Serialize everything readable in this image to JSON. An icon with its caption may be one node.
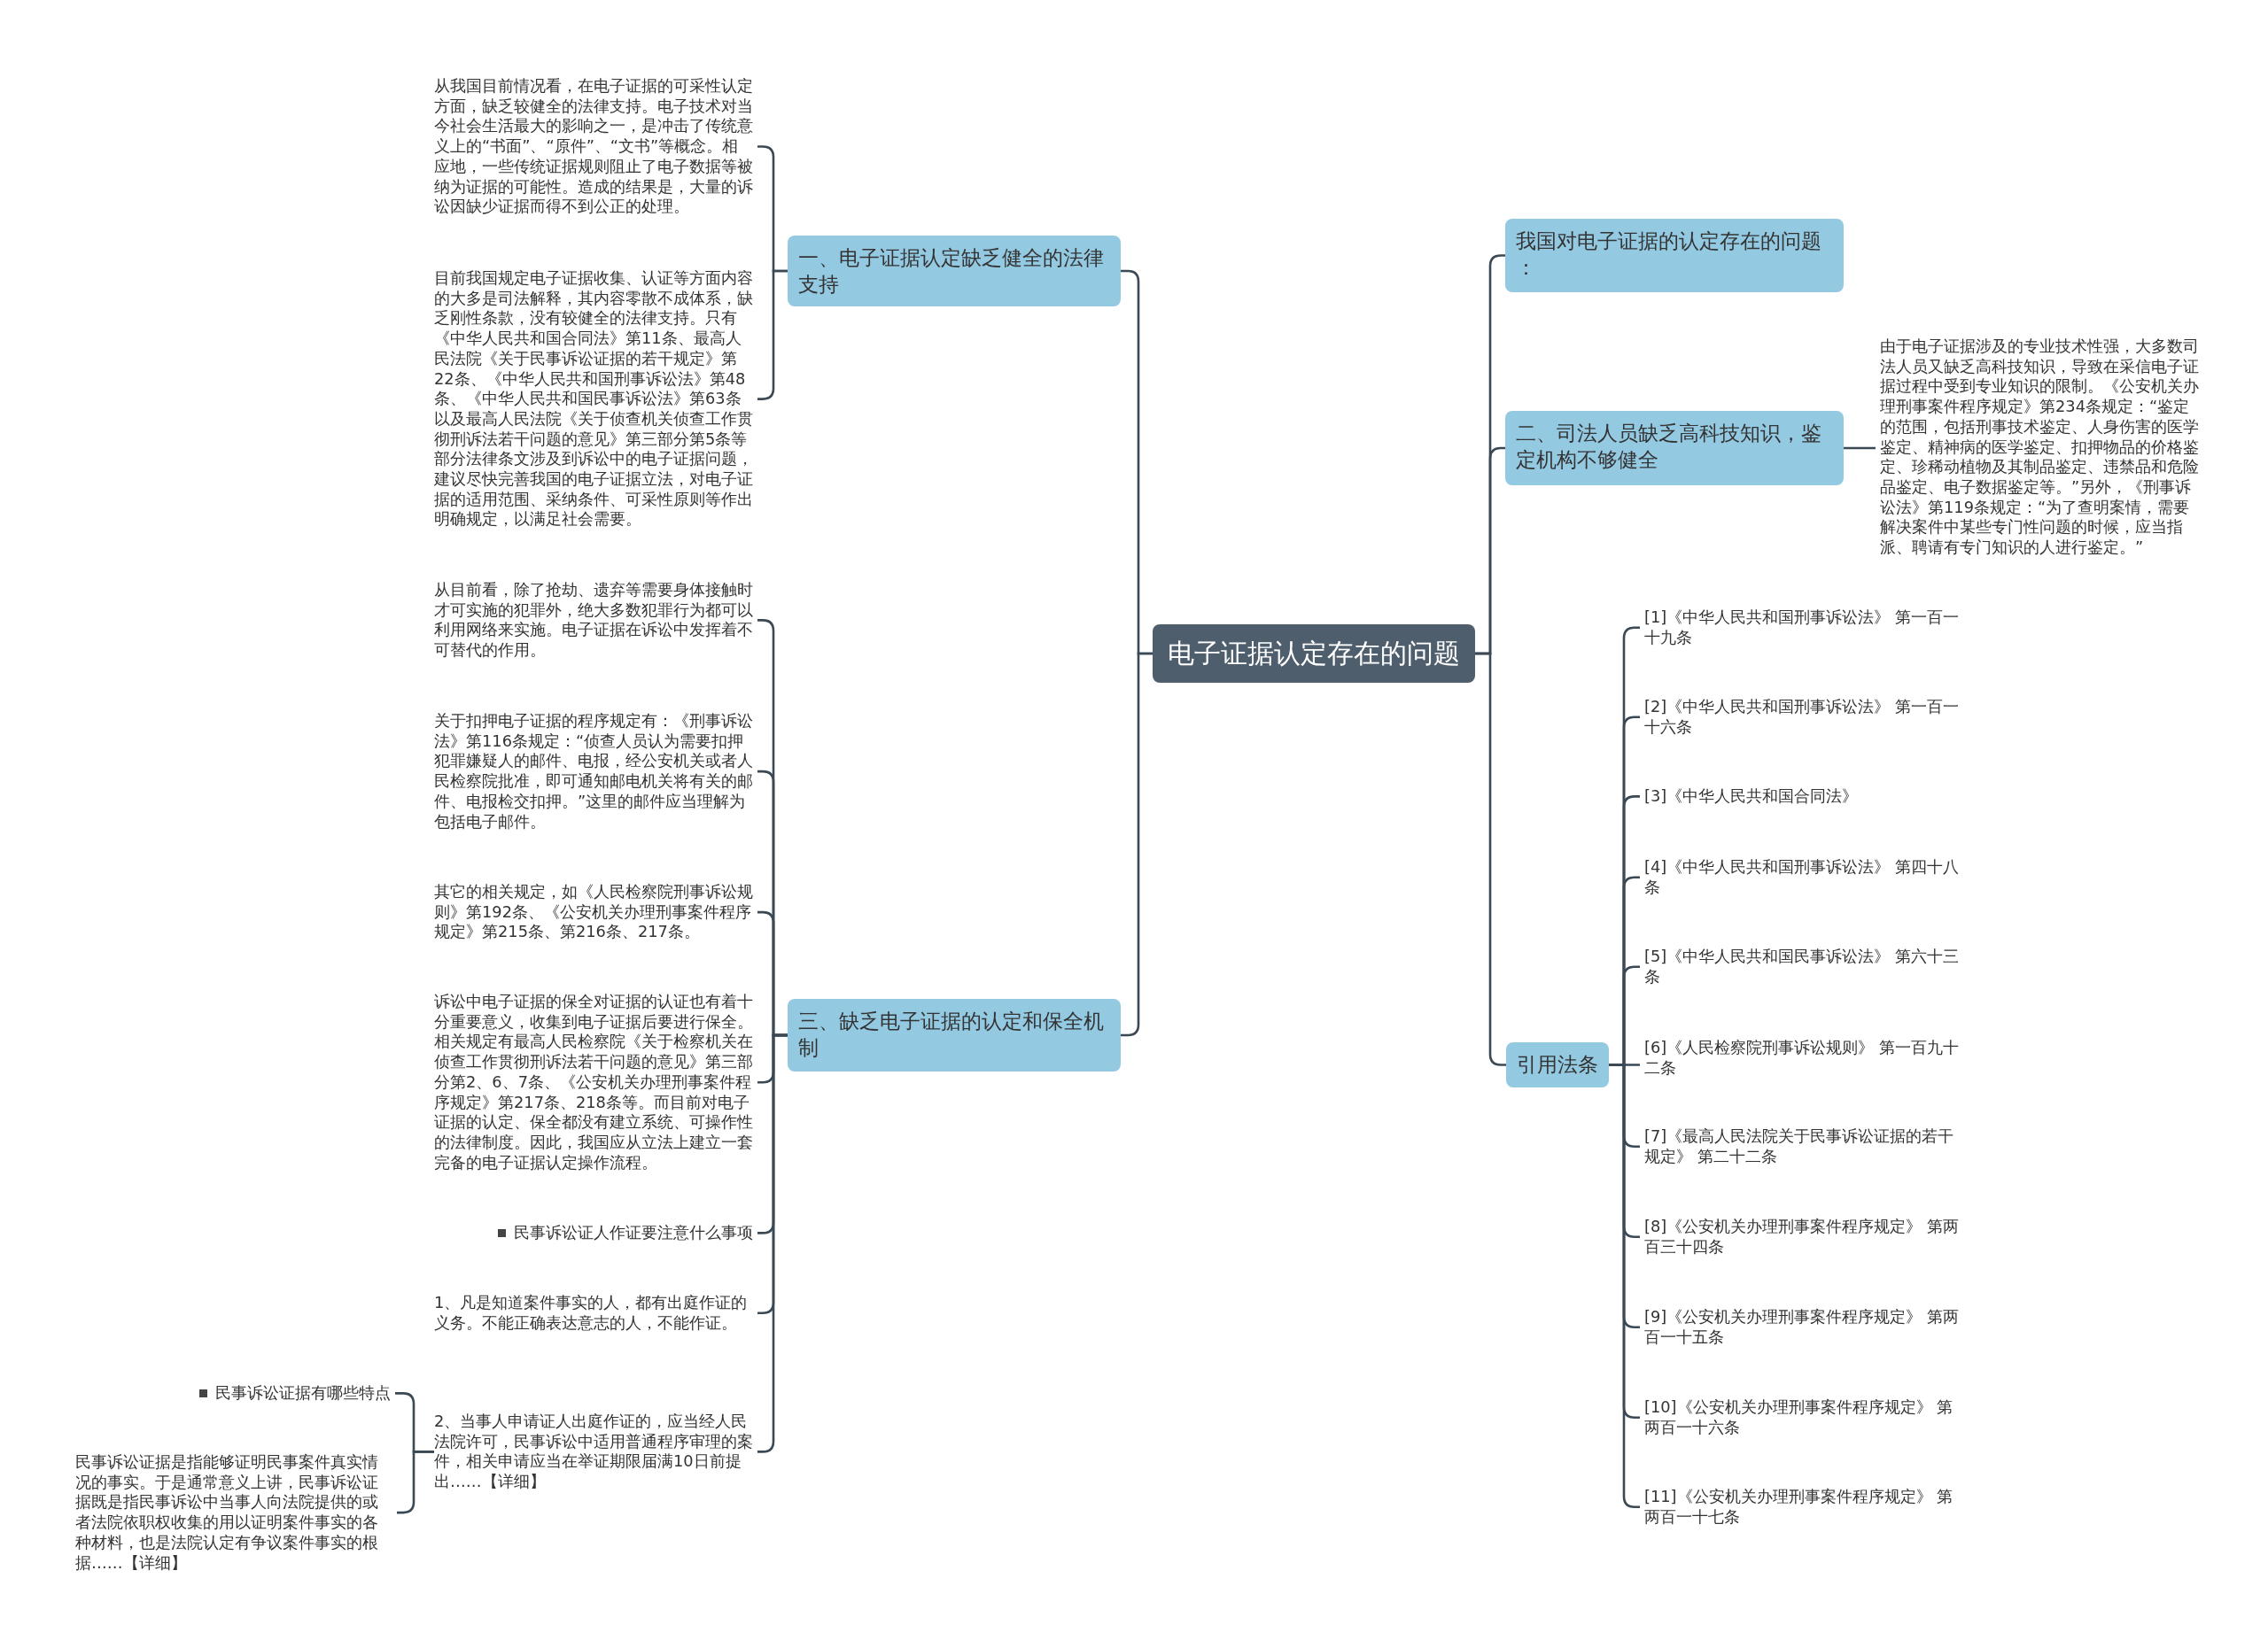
{
  "diagram": {
    "nodes": [
      {
        "text": [
          "电子证据认定存在的问题"
        ]
      },
      {
        "text": [
          "一、电子证据认定缺乏健全的法律支持"
        ]
      },
      {
        "text": [
          "从我国目前情况看，在电子证据的可采性认定方面，缺乏较健全的法律支持。电子技术对当今社会生活最大的影响之一，是冲击了传统意义上的“书面”、“原件”、“文书”等概念。相应地，一些传统证据规则阻止了电子数据等被纳为证据的可能性。造成的结果是，大量的诉讼因缺少证据而得不到公正的处理。"
        ]
      },
      {
        "text": [
          "目前我国规定电子证据收集、认证等方面内容的大多是司法解释，其内容零散不成体系，缺乏刚性条款，没有较健全的法律支持。只有《中华人民共和国合同法》第11条、最高人民法院《关于民事诉讼证据的若干规定》第22条、《中华人民共和国刑事诉讼法》第48条、《中华人民共和国民事诉讼法》第63条以及最高人民法院《关于侦查机关侦查工作贯彻刑诉法若干问题的意见》第三部分第5条等部分法律条文涉及到诉讼中的电子证据问题，建议尽快完善我国的电子证据立法，对电子证据的适用范围、采纳条件、可采性原则等作出明确规定，以满足社会需要。"
        ]
      },
      {
        "text": [
          "三、缺乏电子证据的认定和保全机制"
        ]
      },
      {
        "text": [
          "从目前看，除了抢劫、遗弃等需要身体接触时才可实施的犯罪外，绝大多数犯罪行为都可以利用网络来实施。电子证据在诉讼中发挥着不可替代的作用。"
        ]
      },
      {
        "text": [
          "关于扣押电子证据的程序规定有：《刑事诉讼法》第116条规定：“侦查人员认为需要扣押犯罪嫌疑人的邮件、电报，经公安机关或者人民检察院批准，即可通知邮电机关将有关的邮件、电报检交扣押。”这里的邮件应当理解为包括电子邮件。"
        ]
      },
      {
        "text": [
          "其它的相关规定，如《人民检察院刑事诉讼规则》第192条、《公安机关办理刑事案件程序规定》第215条、第216条、217条。"
        ]
      },
      {
        "text": [
          "诉讼中电子证据的保全对证据的认证也有着十分重要意义，收集到电子证据后要进行保全。相关规定有最高人民检察院《关于检察机关在侦查工作贯彻刑诉法若干问题的意见》第三部分第2、6、7条、《公安机关办理刑事案件程序规定》第217条、218条等。而目前对电子证据的认定、保全都没有建立系统、可操作性的法律制度。因此，我国应从立法上建立一套完备的电子证据认定操作流程。"
        ]
      },
      {
        "text": [
          "民事诉讼证人作证要注意什么事项"
        ]
      },
      {
        "text": [
          "1、凡是知道案件事实的人，都有出庭作证的义务。不能正确表达意志的人，不能作证。"
        ]
      },
      {
        "text": [
          "2、当事人申请证人出庭作证的，应当经人民法院许可，民事诉讼中适用普通程序审理的案件，相关申请应当在举证期限届满10日前提出……【详细】"
        ]
      },
      {
        "text": [
          "民事诉讼证据有哪些特点"
        ]
      },
      {
        "text": [
          "民事诉讼证据是指能够证明民事案件真实情况的事实。于是通常意义上讲，民事诉讼证据既是指民事诉讼中当事人向法院提供的或者法院依职权收集的用以证明案件事实的各种材料，也是法院认定有争议案件事实的根据……【详细】"
        ]
      },
      {
        "text": [
          "我国对电子证据的认定存在的问题："
        ]
      },
      {
        "text": [
          "二、司法人员缺乏高科技知识，鉴定机构不够健全"
        ]
      },
      {
        "text": [
          "由于电子证据涉及的专业技术性强，大多数司法人员又缺乏高科技知识，导致在采信电子证据过程中受到专业知识的限制。《公安机关办理刑事案件程序规定》第234条规定：“鉴定的范围，包括刑事技术鉴定、人身伤害的医学鉴定、精神病的医学鉴定、扣押物品的价格鉴定、珍稀动植物及其制品鉴定、违禁品和危险品鉴定、电子数据鉴定等。”另外，《刑事诉讼法》第119条规定：“为了查明案情，需要解决案件中某些专门性问题的时候，应当指派、聘请有专门知识的人进行鉴定。”"
        ]
      },
      {
        "text": [
          "引用法条"
        ]
      },
      {
        "text": [
          "[1]《中华人民共和国刑事诉讼法》 第一百一十九条"
        ]
      },
      {
        "text": [
          "[2]《中华人民共和国刑事诉讼法》 第一百一十六条"
        ]
      },
      {
        "text": [
          "[3]《中华人民共和国合同法》"
        ]
      },
      {
        "text": [
          "[4]《中华人民共和国刑事诉讼法》 第四十八条"
        ]
      },
      {
        "text": [
          "[5]《中华人民共和国民事诉讼法》 第六十三条"
        ]
      },
      {
        "text": [
          "[6]《人民检察院刑事诉讼规则》 第一百九十二条"
        ]
      },
      {
        "text": [
          "[7]《最高人民法院关于民事诉讼证据的若干规定》 第二十二条"
        ]
      },
      {
        "text": [
          "[8]《公安机关办理刑事案件程序规定》 第两百三十四条"
        ]
      },
      {
        "text": [
          "[9]《公安机关办理刑事案件程序规定》 第两百一十五条"
        ]
      },
      {
        "text": [
          "[10]《公安机关办理刑事案件程序规定》 第两百一十六条"
        ]
      },
      {
        "text": [
          "[11]《公安机关办理刑事案件程序规定》 第两百一十七条"
        ]
      }
    ],
    "edges": [
      {
        "from": 0,
        "to": 1,
        "arrow": "none"
      },
      {
        "from": 1,
        "to": 2,
        "arrow": "none"
      },
      {
        "from": 1,
        "to": 3,
        "arrow": "none"
      },
      {
        "from": 0,
        "to": 4,
        "arrow": "none"
      },
      {
        "from": 4,
        "to": 5,
        "arrow": "none"
      },
      {
        "from": 4,
        "to": 6,
        "arrow": "none"
      },
      {
        "from": 4,
        "to": 7,
        "arrow": "none"
      },
      {
        "from": 4,
        "to": 8,
        "arrow": "none"
      },
      {
        "from": 4,
        "to": 9,
        "arrow": "none"
      },
      {
        "from": 4,
        "to": 10,
        "arrow": "none"
      },
      {
        "from": 4,
        "to": 11,
        "arrow": "none"
      },
      {
        "from": 11,
        "to": 12,
        "arrow": "none"
      },
      {
        "from": 11,
        "to": 13,
        "arrow": "none"
      },
      {
        "from": 0,
        "to": 14,
        "arrow": "none"
      },
      {
        "from": 0,
        "to": 15,
        "arrow": "none"
      },
      {
        "from": 15,
        "to": 16,
        "arrow": "none"
      },
      {
        "from": 0,
        "to": 17,
        "arrow": "none"
      },
      {
        "from": 17,
        "to": 18,
        "arrow": "none"
      },
      {
        "from": 17,
        "to": 19,
        "arrow": "none"
      },
      {
        "from": 17,
        "to": 20,
        "arrow": "none"
      },
      {
        "from": 17,
        "to": 21,
        "arrow": "none"
      },
      {
        "from": 17,
        "to": 22,
        "arrow": "none"
      },
      {
        "from": 17,
        "to": 23,
        "arrow": "none"
      },
      {
        "from": 17,
        "to": 24,
        "arrow": "none"
      },
      {
        "from": 17,
        "to": 25,
        "arrow": "none"
      },
      {
        "from": 17,
        "to": 26,
        "arrow": "none"
      },
      {
        "from": 17,
        "to": 27,
        "arrow": "none"
      },
      {
        "from": 17,
        "to": 28,
        "arrow": "none"
      }
    ]
  }
}
